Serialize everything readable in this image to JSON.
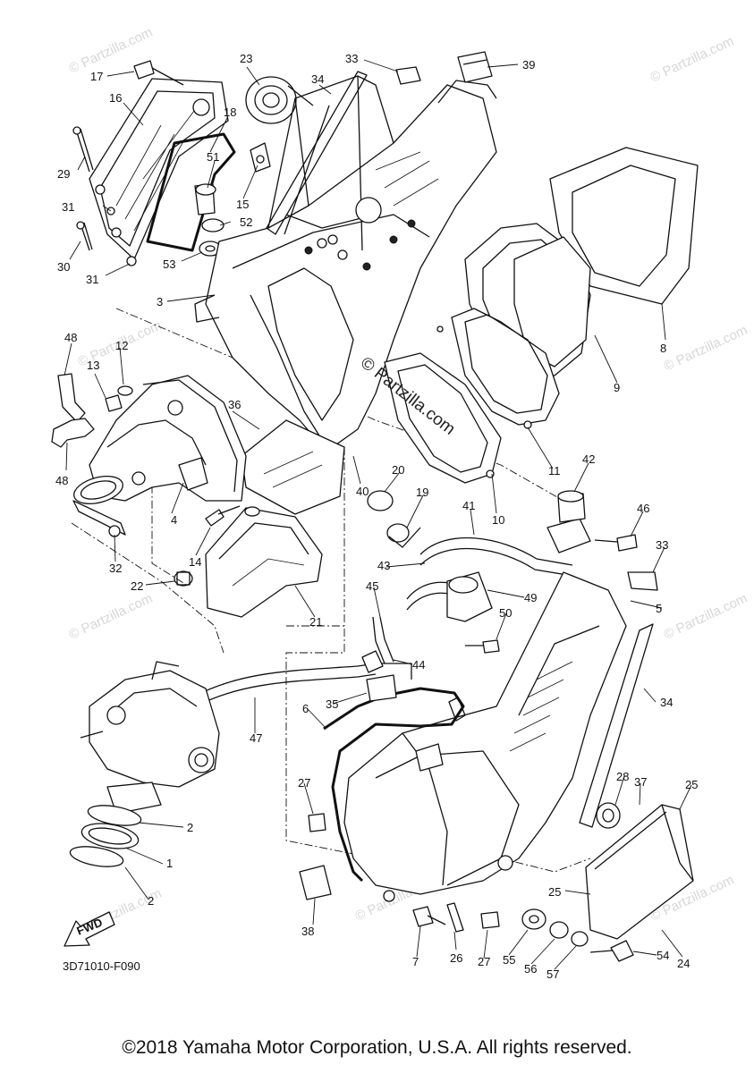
{
  "diagram": {
    "part_code": "3D71010-F090",
    "direction_label": "FWD",
    "watermark": "© Partzilla.com",
    "watermark_repeat": "© Partzilla.com",
    "copyright": "©2018 Yamaha Motor Corporation, U.S.A. All rights reserved.",
    "callouts": [
      "1",
      "2",
      "2",
      "3",
      "4",
      "5",
      "6",
      "7",
      "8",
      "9",
      "10",
      "11",
      "12",
      "13",
      "14",
      "15",
      "16",
      "17",
      "18",
      "19",
      "20",
      "21",
      "22",
      "23",
      "24",
      "25",
      "25",
      "26",
      "27",
      "27",
      "28",
      "29",
      "30",
      "31",
      "31",
      "32",
      "33",
      "33",
      "34",
      "34",
      "35",
      "36",
      "37",
      "38",
      "39",
      "40",
      "41",
      "42",
      "43",
      "44",
      "45",
      "46",
      "47",
      "48",
      "48",
      "49",
      "50",
      "51",
      "52",
      "53",
      "54",
      "55",
      "56",
      "57"
    ]
  }
}
